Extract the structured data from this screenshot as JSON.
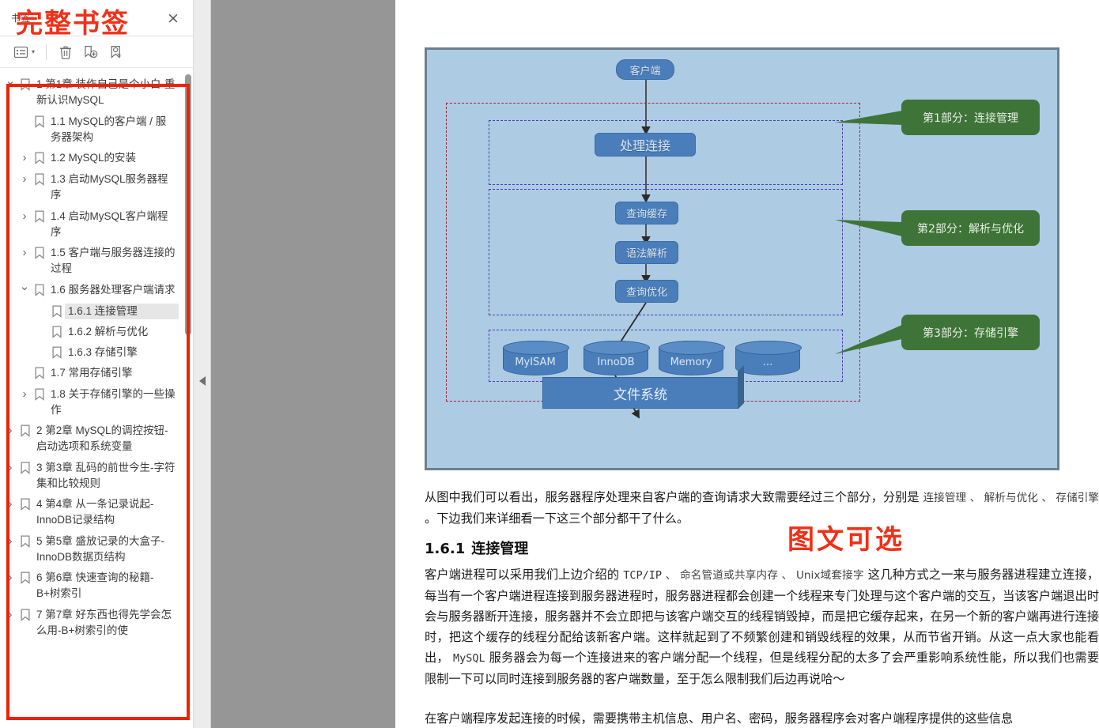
{
  "colors": {
    "annotation_red": "#f03018",
    "diagram_bg": "#aecbe4",
    "node_blue": "#4a7ebb",
    "callout_green": "#3f7438",
    "dashed_red": "#a32638",
    "dashed_blue": "#4a3fb5"
  },
  "bookmark_panel": {
    "title": "书签",
    "close_label": "×",
    "toolbar": {
      "options_icon": "list-options-icon",
      "caret": "▾",
      "delete_icon": "trash-icon",
      "add_bookmark_icon": "add-bookmark-icon",
      "edit_bookmark_icon": "edit-bookmark-icon"
    },
    "annotation": "完整书签",
    "items": [
      {
        "level": 0,
        "twisty": "open",
        "label": "1 第1章 装作自己是个小白-重新认识MySQL",
        "selected": false
      },
      {
        "level": 1,
        "twisty": "none",
        "label": "1.1 MySQL的客户端 / 服务器架构",
        "selected": false
      },
      {
        "level": 1,
        "twisty": "closed",
        "label": "1.2 MySQL的安装",
        "selected": false
      },
      {
        "level": 1,
        "twisty": "closed",
        "label": "1.3 启动MySQL服务器程序",
        "selected": false
      },
      {
        "level": 1,
        "twisty": "closed",
        "label": "1.4 启动MySQL客户端程序",
        "selected": false
      },
      {
        "level": 1,
        "twisty": "closed",
        "label": "1.5 客户端与服务器连接的过程",
        "selected": false
      },
      {
        "level": 1,
        "twisty": "open",
        "label": "1.6 服务器处理客户端请求",
        "selected": false
      },
      {
        "level": 2,
        "twisty": "none",
        "label": "1.6.1 连接管理",
        "selected": true
      },
      {
        "level": 2,
        "twisty": "none",
        "label": "1.6.2 解析与优化",
        "selected": false
      },
      {
        "level": 2,
        "twisty": "none",
        "label": "1.6.3 存储引擎",
        "selected": false
      },
      {
        "level": 1,
        "twisty": "none",
        "label": "1.7 常用存储引擎",
        "selected": false
      },
      {
        "level": 1,
        "twisty": "closed",
        "label": "1.8 关于存储引擎的一些操作",
        "selected": false
      },
      {
        "level": 0,
        "twisty": "closed",
        "label": "2 第2章 MySQL的调控按钮-启动选项和系统变量",
        "selected": false
      },
      {
        "level": 0,
        "twisty": "closed",
        "label": "3 第3章 乱码的前世今生-字符集和比较规则",
        "selected": false
      },
      {
        "level": 0,
        "twisty": "closed",
        "label": "4 第4章 从一条记录说起-InnoDB记录结构",
        "selected": false
      },
      {
        "level": 0,
        "twisty": "closed",
        "label": "5 第5章 盛放记录的大盒子-InnoDB数据页结构",
        "selected": false
      },
      {
        "level": 0,
        "twisty": "closed",
        "label": "6 第6章 快速查询的秘籍-B+树索引",
        "selected": false
      },
      {
        "level": 0,
        "twisty": "closed",
        "label": "7 第7章 好东西也得先学会怎么用-B+树索引的使",
        "selected": false
      }
    ]
  },
  "document": {
    "diagram": {
      "nodes": {
        "client": "客户端",
        "handle_connection": "处理连接",
        "query_cache": "查询缓存",
        "syntax_parse": "语法解析",
        "query_optimize": "查询优化",
        "file_system": "文件系统"
      },
      "engines": [
        "MyISAM",
        "InnoDB",
        "Memory",
        "…"
      ],
      "callouts": [
        "第1部分：连接管理",
        "第2部分：解析与优化",
        "第3部分：存储引擎"
      ]
    },
    "paragraph_intro_a": "从图中我们可以看出，服务器程序处理来自客户端的查询请求大致需要经过三个部分，分别是 ",
    "paragraph_intro_kw1": "连接管理",
    "paragraph_intro_sep1": " 、 ",
    "paragraph_intro_kw2": "解析与优化",
    "paragraph_intro_sep2": " 、 ",
    "paragraph_intro_kw3": "存储引擎",
    "paragraph_intro_b": " 。下边我们来详细看一下这三个部分都干了什么。",
    "annotation2": "图文可选",
    "heading_number": "1.6.1",
    "heading_text": "连接管理",
    "p1_a": "客户端进程可以采用我们上边介绍的 ",
    "p1_c1": "TCP/IP",
    "p1_s1": " 、 ",
    "p1_c2": "命名管道或共享内存",
    "p1_s2": " 、 ",
    "p1_c3": "Unix域套接字",
    "p1_b": " 这几种方式之一来与服务器进程建立连接，每当有一个客户端进程连接到服务器进程时，服务器进程都会创建一个线程来专门处理与这个客户端的交互，当该客户端退出时会与服务器断开连接，服务器并不会立即把与该客户端交互的线程销毁掉，而是把它缓存起来，在另一个新的客户端再进行连接时，把这个缓存的线程分配给该新客户端。这样就起到了不频繁创建和销毁线程的效果，从而节省开销。从这一点大家也能看出， ",
    "p1_c4": "MySQL",
    "p1_d": " 服务器会为每一个连接进来的客户端分配一个线程，但是线程分配的太多了会严重影响系统性能，所以我们也需要限制一下可以同时连接到服务器的客户端数量，至于怎么限制我们后边再说哈～",
    "p2": "在客户端程序发起连接的时候，需要携带主机信息、用户名、密码，服务器程序会对客户端程序提供的这些信息"
  }
}
